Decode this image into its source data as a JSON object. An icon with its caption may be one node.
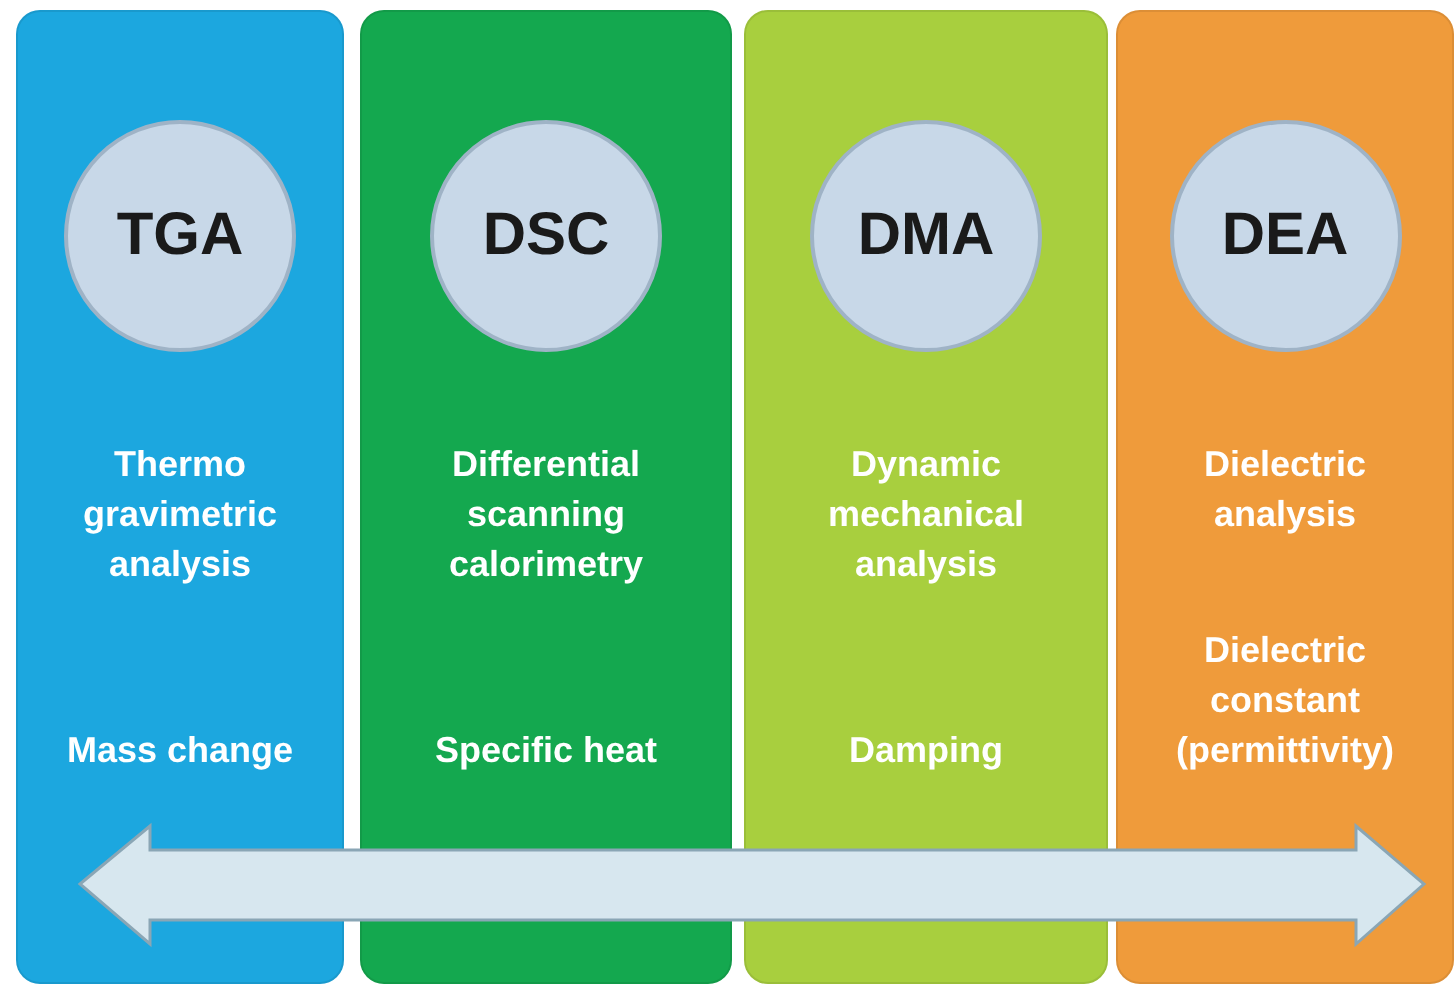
{
  "diagram": {
    "nodes": [
      {
        "text": [
          "Thermo gravimetric analysis",
          "Mass change"
        ]
      },
      {
        "text": [
          "TGA"
        ],
        "in": 0
      },
      {
        "text": [
          "Differential scanning calorimetry",
          "Specific heat"
        ]
      },
      {
        "text": [
          "DSC"
        ],
        "in": 2
      },
      {
        "text": [
          "Dynamic mechanical analysis",
          "Damping"
        ]
      },
      {
        "text": [
          "DMA"
        ],
        "in": 4
      },
      {
        "text": [
          "Dielectric analysis",
          "Dielectric constant (permittivity)"
        ]
      },
      {
        "text": [
          "DEA"
        ],
        "in": 6
      }
    ]
  }
}
